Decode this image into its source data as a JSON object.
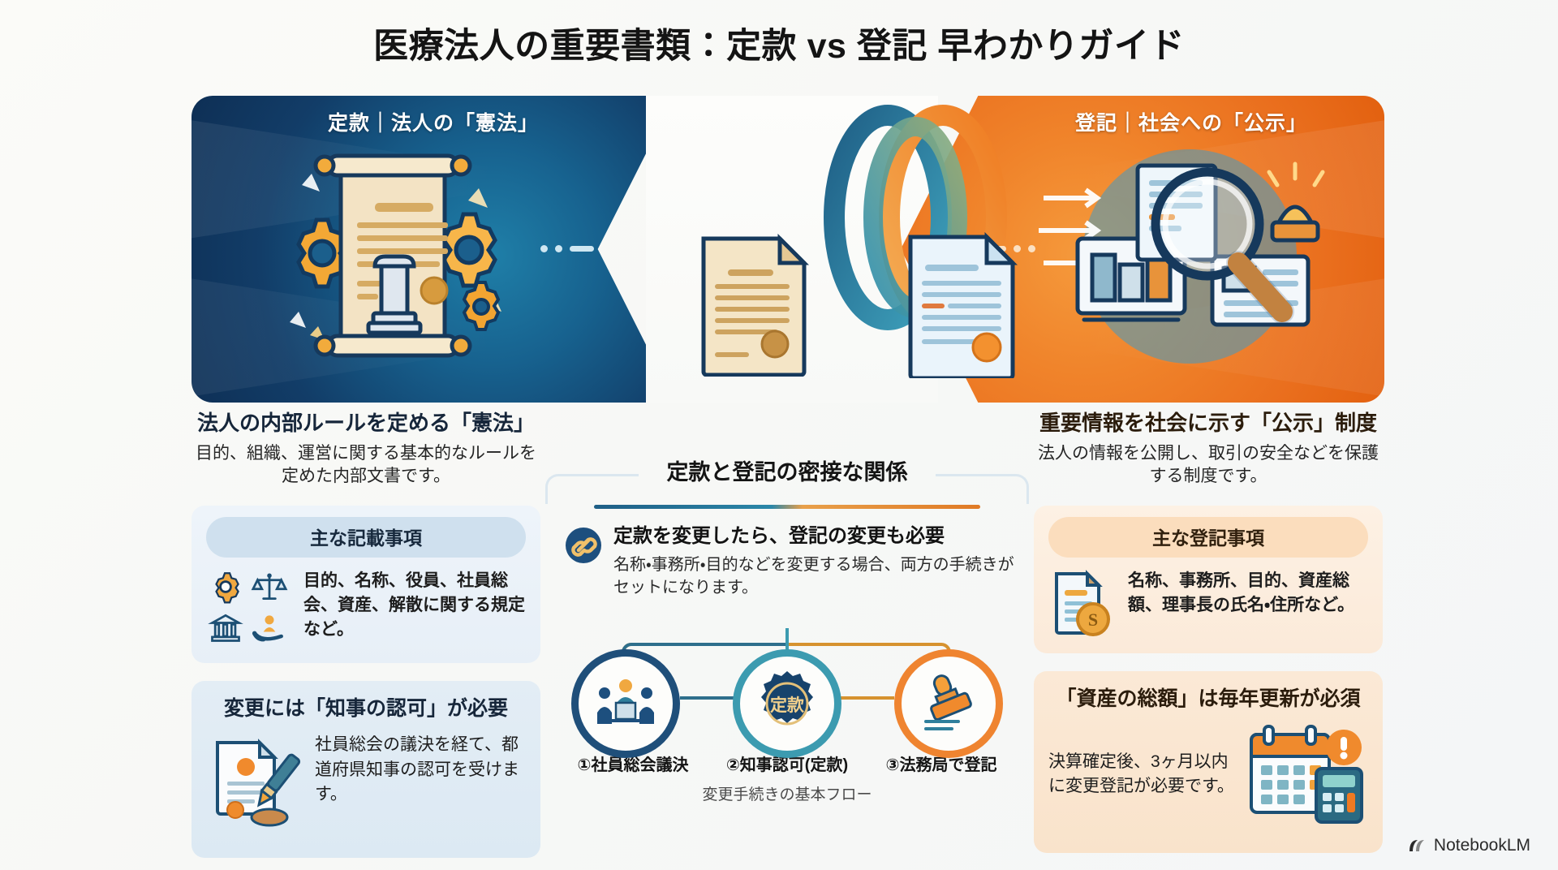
{
  "title": "医療法人の重要書類：定款 vs 登記 早わかりガイド",
  "hero": {
    "left_banner": "定款｜法人の「憲法」",
    "right_banner": "登記｜社会への「公示」",
    "left_panel_color": "#123d68",
    "right_panel_color": "#ea6f1e"
  },
  "left_column": {
    "heading": "法人の内部ルールを定める「憲法」",
    "subtext": "目的、組織、運営に関する基本的なルールを定めた内部文書です。",
    "spec_card": {
      "pill": "主な記載事項",
      "text": "目的、名称、役員、社員総会、資産、解散に関する規定など。",
      "icons": [
        "gear-icon",
        "scales-icon",
        "bank-icon",
        "hand-person-icon"
      ]
    },
    "note_card": {
      "heading": "変更には「知事の認可」が必要",
      "text": "社員総会の議決を経て、都道府県知事の認可を受けます。",
      "icon": "document-pen-stamp-icon"
    }
  },
  "right_column": {
    "heading": "重要情報を社会に示す「公示」制度",
    "subtext": "法人の情報を公開し、取引の安全などを保護する制度です。",
    "spec_card": {
      "pill": "主な登記事項",
      "text": "名称、事務所、目的、資産総額、理事長の氏名・住所など。",
      "icons": [
        "document-coin-icon"
      ]
    },
    "note_card": {
      "heading": "「資産の総額」は毎年更新が必須",
      "text": "決算確定後、3ヶ月以内に変更登記が必要です。",
      "icon": "calendar-calculator-alert-icon"
    }
  },
  "center": {
    "section_title": "定款と登記の密接な関係",
    "kicker_title": "定款を変更したら、登記の変更も必要",
    "kicker_sub": "名称・事務所・目的などを変更する場合、両方の手続きがセットになります。",
    "kicker_icon": "link-chain-icon",
    "flow": {
      "steps": [
        {
          "label": "①社員総会議決",
          "icon": "meeting-icon",
          "ring_color": "#1f4f7a"
        },
        {
          "label": "②知事認可(定款)",
          "icon": "seal-icon",
          "ring_color": "#3c9bb0",
          "seal_text": "定款"
        },
        {
          "label": "③法務局で登記",
          "icon": "stamp-icon",
          "ring_color": "#ef8430"
        }
      ],
      "caption": "変更手続きの基本フロー"
    }
  },
  "watermark": {
    "label": "NotebookLM",
    "icon": "notebooklm-logo-icon"
  }
}
